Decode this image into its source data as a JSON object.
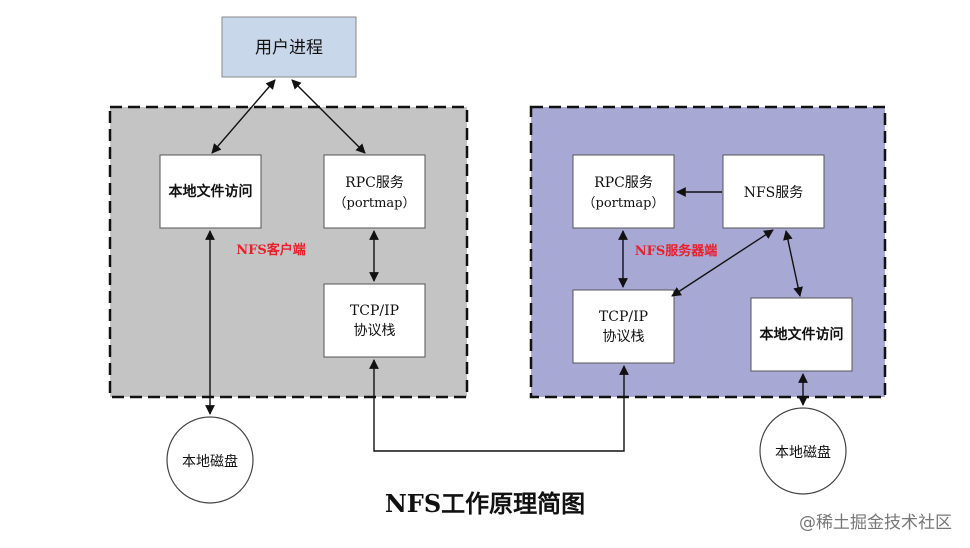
{
  "user_process": "用户进程",
  "client": {
    "local_fs": "本地文件访问",
    "rpc_line1": "RPC服务",
    "rpc_line2": "（portmap）",
    "tcp_line1": "TCP/IP",
    "tcp_line2": "协议栈",
    "label": "NFS客户端",
    "disk": "本地磁盘"
  },
  "server": {
    "rpc_line1": "RPC服务",
    "rpc_line2": "（portmap）",
    "nfs_service": "NFS服务",
    "label": "NFS服务器端",
    "tcp_line1": "TCP/IP",
    "tcp_line2": "协议栈",
    "local_fs": "本地文件访问",
    "disk": "本地磁盘"
  },
  "title": "NFS工作原理简图",
  "watermark": "@稀土掘金技术社区",
  "colors": {
    "client_bg": "#c4c4c4",
    "server_bg": "#a8a8d4",
    "user_process_bg": "#c9d7ea",
    "label_red": "#e8202a"
  }
}
